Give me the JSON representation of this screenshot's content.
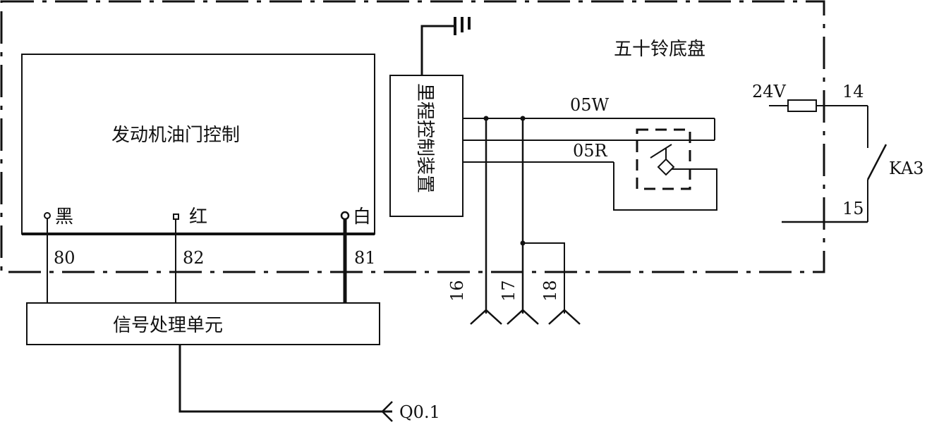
{
  "labels": {
    "chassis": "五十铃底盘",
    "engine_throttle": "发动机油门控制",
    "odometer_control": "里程控制装置",
    "signal_unit": "信号处理单元",
    "black": "黑",
    "red": "红",
    "white": "白",
    "wire_80": "80",
    "wire_82": "82",
    "wire_81": "81",
    "wire_05W": "05W",
    "wire_05R": "05R",
    "v24": "24V",
    "t14": "14",
    "t15": "15",
    "relay": "KA3",
    "t16": "16",
    "t17": "17",
    "t18": "18",
    "output": "Q0.1"
  }
}
